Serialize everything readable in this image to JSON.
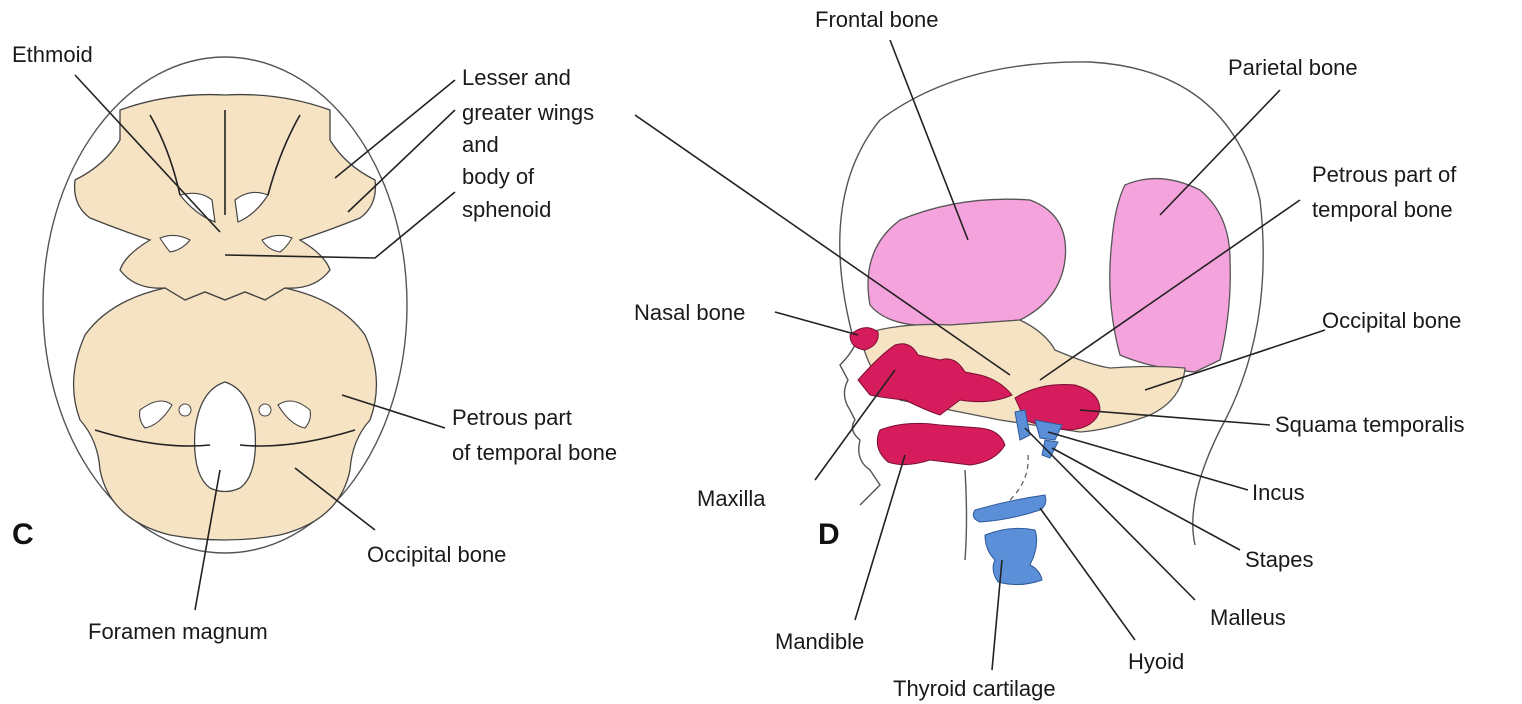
{
  "colors": {
    "cartilage_bone": "#f5e3c3",
    "membrane_bone": "#f5a3dc",
    "neural_crest_bone": "#d61c5c",
    "pharyngeal_cartilage": "#5b8fd8"
  },
  "panel_c": {
    "letter": "C",
    "labels": {
      "ethmoid": "Ethmoid",
      "wings_1": "Lesser and",
      "wings_2": "greater wings",
      "wings_3": "and",
      "wings_4": "body of",
      "wings_5": "sphenoid",
      "petrous_1": "Petrous part",
      "petrous_2": "of temporal bone",
      "occipital": "Occipital bone",
      "foramen": "Foramen magnum"
    }
  },
  "panel_d": {
    "letter": "D",
    "labels": {
      "frontal": "Frontal bone",
      "parietal": "Parietal bone",
      "petrous_1": "Petrous part of",
      "petrous_2": "temporal bone",
      "nasal": "Nasal bone",
      "occipital": "Occipital bone",
      "squama": "Squama temporalis",
      "incus": "Incus",
      "maxilla": "Maxilla",
      "stapes": "Stapes",
      "malleus": "Malleus",
      "mandible": "Mandible",
      "hyoid": "Hyoid",
      "thyroid": "Thyroid cartilage"
    }
  }
}
